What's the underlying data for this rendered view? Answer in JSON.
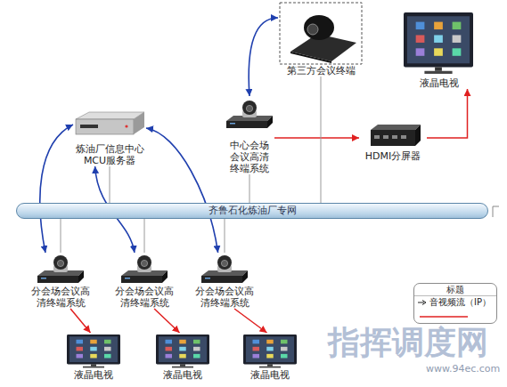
{
  "diagram": {
    "nodes": [
      {
        "text": [
          "第三方会议终端"
        ]
      },
      {
        "text": [
          "液晶电视"
        ]
      },
      {
        "text": [
          "炼油厂信息中心 MCU服务器"
        ]
      },
      {
        "text": [
          "中心会场 会议高清 终端系统"
        ]
      },
      {
        "text": [
          "HDMI分屏器"
        ]
      },
      {
        "text": [
          "齐鲁石化炼油厂专网"
        ]
      },
      {
        "text": [
          "分会场会议高 清终端系统"
        ]
      },
      {
        "text": [
          "分会场会议高 清终端系统"
        ]
      },
      {
        "text": [
          "分会场会议高 清终端系统"
        ]
      },
      {
        "text": [
          "液晶电视"
        ]
      },
      {
        "text": [
          "液晶电视"
        ]
      },
      {
        "text": [
          "液晶电视"
        ]
      }
    ],
    "edges": [
      {
        "from": 0,
        "to": 3,
        "arrow": "both"
      },
      {
        "from": 2,
        "to": 6,
        "arrow": "both"
      },
      {
        "from": 2,
        "to": 7,
        "arrow": "both"
      },
      {
        "from": 2,
        "to": 8,
        "arrow": "both"
      },
      {
        "from": 3,
        "to": 4,
        "arrow": "to"
      },
      {
        "from": 4,
        "to": 1,
        "arrow": "to"
      },
      {
        "from": 6,
        "to": 9,
        "arrow": "to"
      },
      {
        "from": 7,
        "to": 10,
        "arrow": "to"
      },
      {
        "from": 8,
        "to": 11,
        "arrow": "to"
      },
      {
        "from": 0,
        "to": 5,
        "arrow": "none"
      },
      {
        "from": 2,
        "to": 5,
        "arrow": "none"
      },
      {
        "from": 3,
        "to": 5,
        "arrow": "none"
      },
      {
        "from": 6,
        "to": 5,
        "arrow": "none"
      },
      {
        "from": 7,
        "to": 5,
        "arrow": "none"
      },
      {
        "from": 8,
        "to": 5,
        "arrow": "none"
      }
    ],
    "labels": [
      "标题",
      "指挥调度网",
      "www.94ec.com"
    ],
    "legend": [
      {
        "text": "音视频流（IP）"
      }
    ]
  }
}
